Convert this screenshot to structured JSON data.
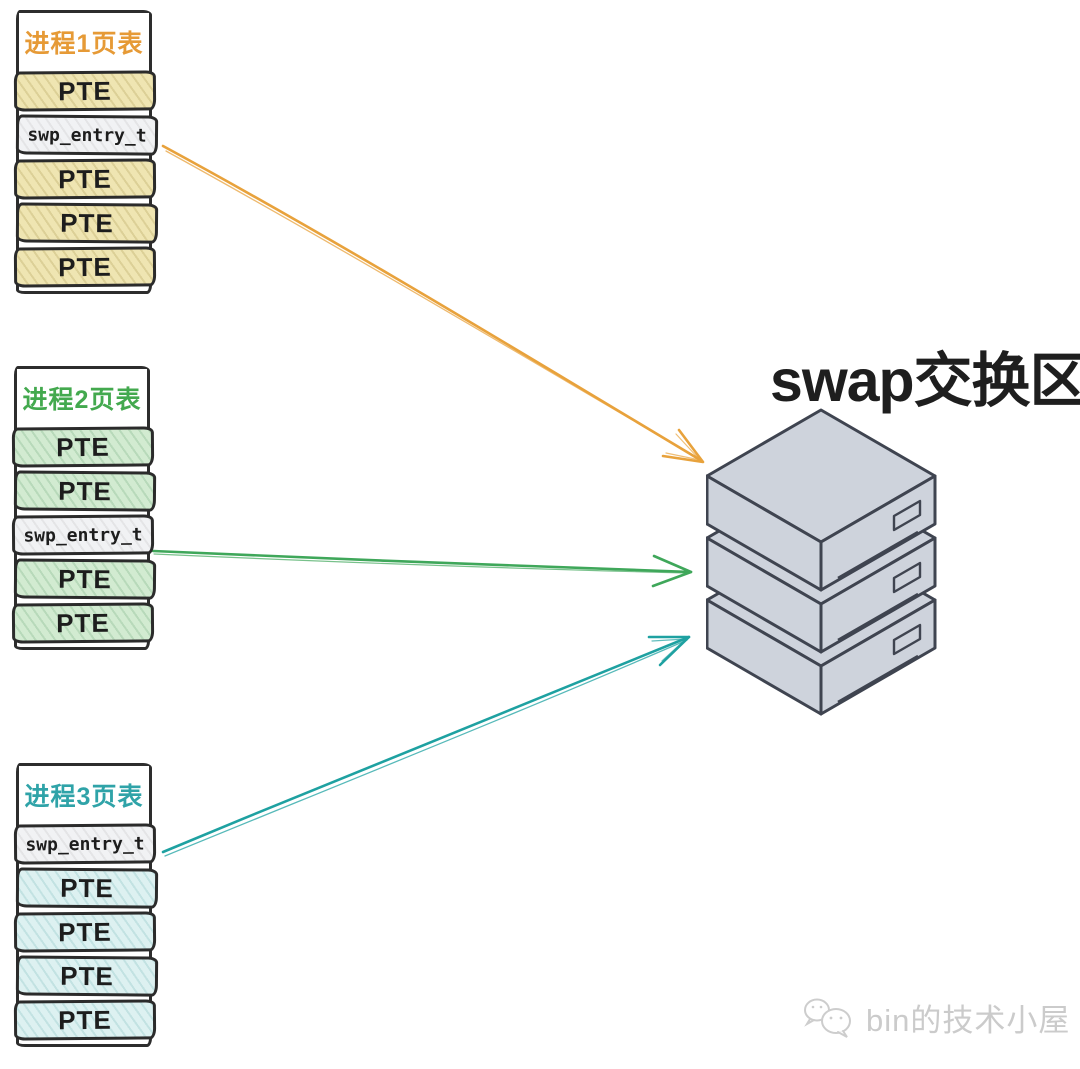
{
  "swap": {
    "title": "swap交换区"
  },
  "tables": [
    {
      "title": "进程1页表",
      "accent_color": "#E69A36",
      "rows": [
        {
          "label": "PTE"
        },
        {
          "label": "swp_entry_t"
        },
        {
          "label": "PTE"
        },
        {
          "label": "PTE"
        },
        {
          "label": "PTE"
        }
      ]
    },
    {
      "title": "进程2页表",
      "accent_color": "#43A94E",
      "rows": [
        {
          "label": "PTE"
        },
        {
          "label": "PTE"
        },
        {
          "label": "swp_entry_t"
        },
        {
          "label": "PTE"
        },
        {
          "label": "PTE"
        }
      ]
    },
    {
      "title": "进程3页表",
      "accent_color": "#2FA3A8",
      "rows": [
        {
          "label": "swp_entry_t"
        },
        {
          "label": "PTE"
        },
        {
          "label": "PTE"
        },
        {
          "label": "PTE"
        },
        {
          "label": "PTE"
        }
      ]
    }
  ],
  "arrows": [
    {
      "source": "进程1页表 swp_entry_t",
      "target": "swap交换区",
      "color": "#E8A23C"
    },
    {
      "source": "进程2页表 swp_entry_t",
      "target": "swap交换区",
      "color": "#3FA75A"
    },
    {
      "source": "进程3页表 swp_entry_t",
      "target": "swap交换区",
      "color": "#1EA1A1"
    }
  ],
  "swap_stack": {
    "icon": "storage-boxes-icon",
    "box_count": 3,
    "fill": "#CED3DC",
    "stroke": "#3F4450"
  },
  "watermark": {
    "label": "bin的技术小屋",
    "icon": "wechat-bubbles-icon",
    "color": "#CBCBCB"
  }
}
